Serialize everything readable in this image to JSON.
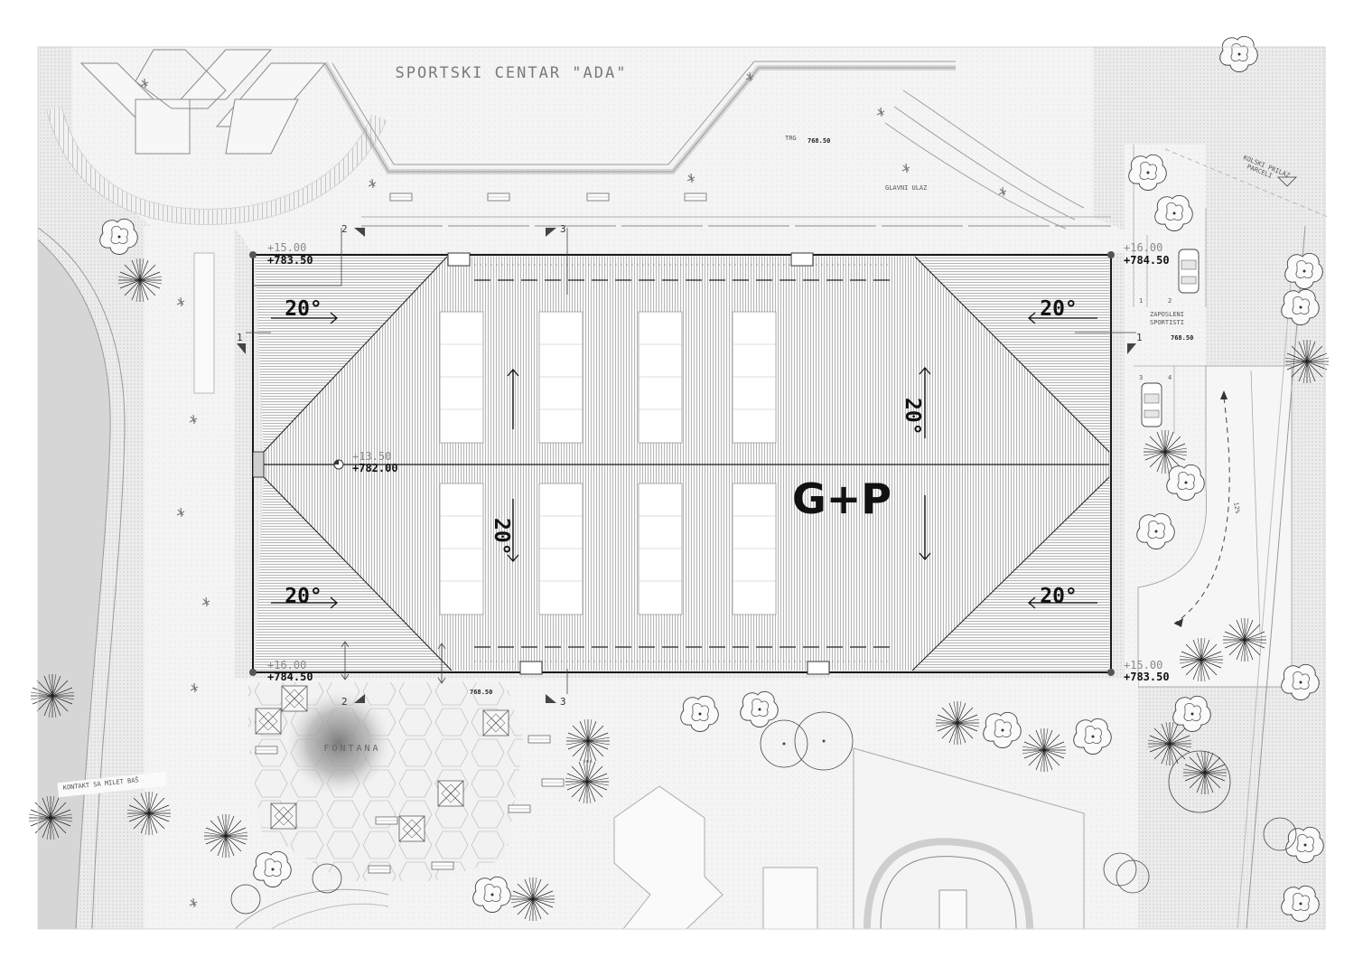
{
  "labels": {
    "title": "SPORTSKI CENTAR \"ADA\"",
    "trg": "TRG",
    "level_top": "768.50",
    "glavni_ulaz": "GLAVNI ULAZ",
    "kolski_prilaz_1": "KOLSKI PRILAZ",
    "kolski_prilaz_2": "PARCELI",
    "zaposleni_1": "ZAPOSLENI",
    "zaposleni_2": "SPORTISTI",
    "level_right": "768.50",
    "level_bottom": "768.50",
    "fontana": "FONTANA",
    "kontakt": "KONTAKT SA MILET BAŠ",
    "slope_ramp": "12%",
    "roof_label": "G+P"
  },
  "elevations": {
    "nw_top": "+15.00",
    "nw_bot": "+783.50",
    "ne_top": "+16.00",
    "ne_bot": "+784.50",
    "sw_top": "+16.00",
    "sw_bot": "+784.50",
    "se_top": "+15.00",
    "se_bot": "+783.50",
    "center_top": "+13.50",
    "center_bot": "+782.00"
  },
  "slopes": {
    "nw": "20°",
    "ne": "20°",
    "sw": "20°",
    "se": "20°",
    "right_vertical": "20°",
    "left_vertical": "20°"
  },
  "sections": {
    "s1_left": "1",
    "s1_right": "1",
    "s2_top": "2",
    "s2_bottom": "2",
    "s3_top": "3",
    "s3_bottom": "3"
  },
  "parking": {
    "p1": "1",
    "p2": "2",
    "p3": "3",
    "p4": "4"
  },
  "colors": {
    "ground": "#e9e9e9",
    "plaza": "#f5f5f5",
    "roof_line": "#1a1a1a",
    "tree": "#333333"
  }
}
